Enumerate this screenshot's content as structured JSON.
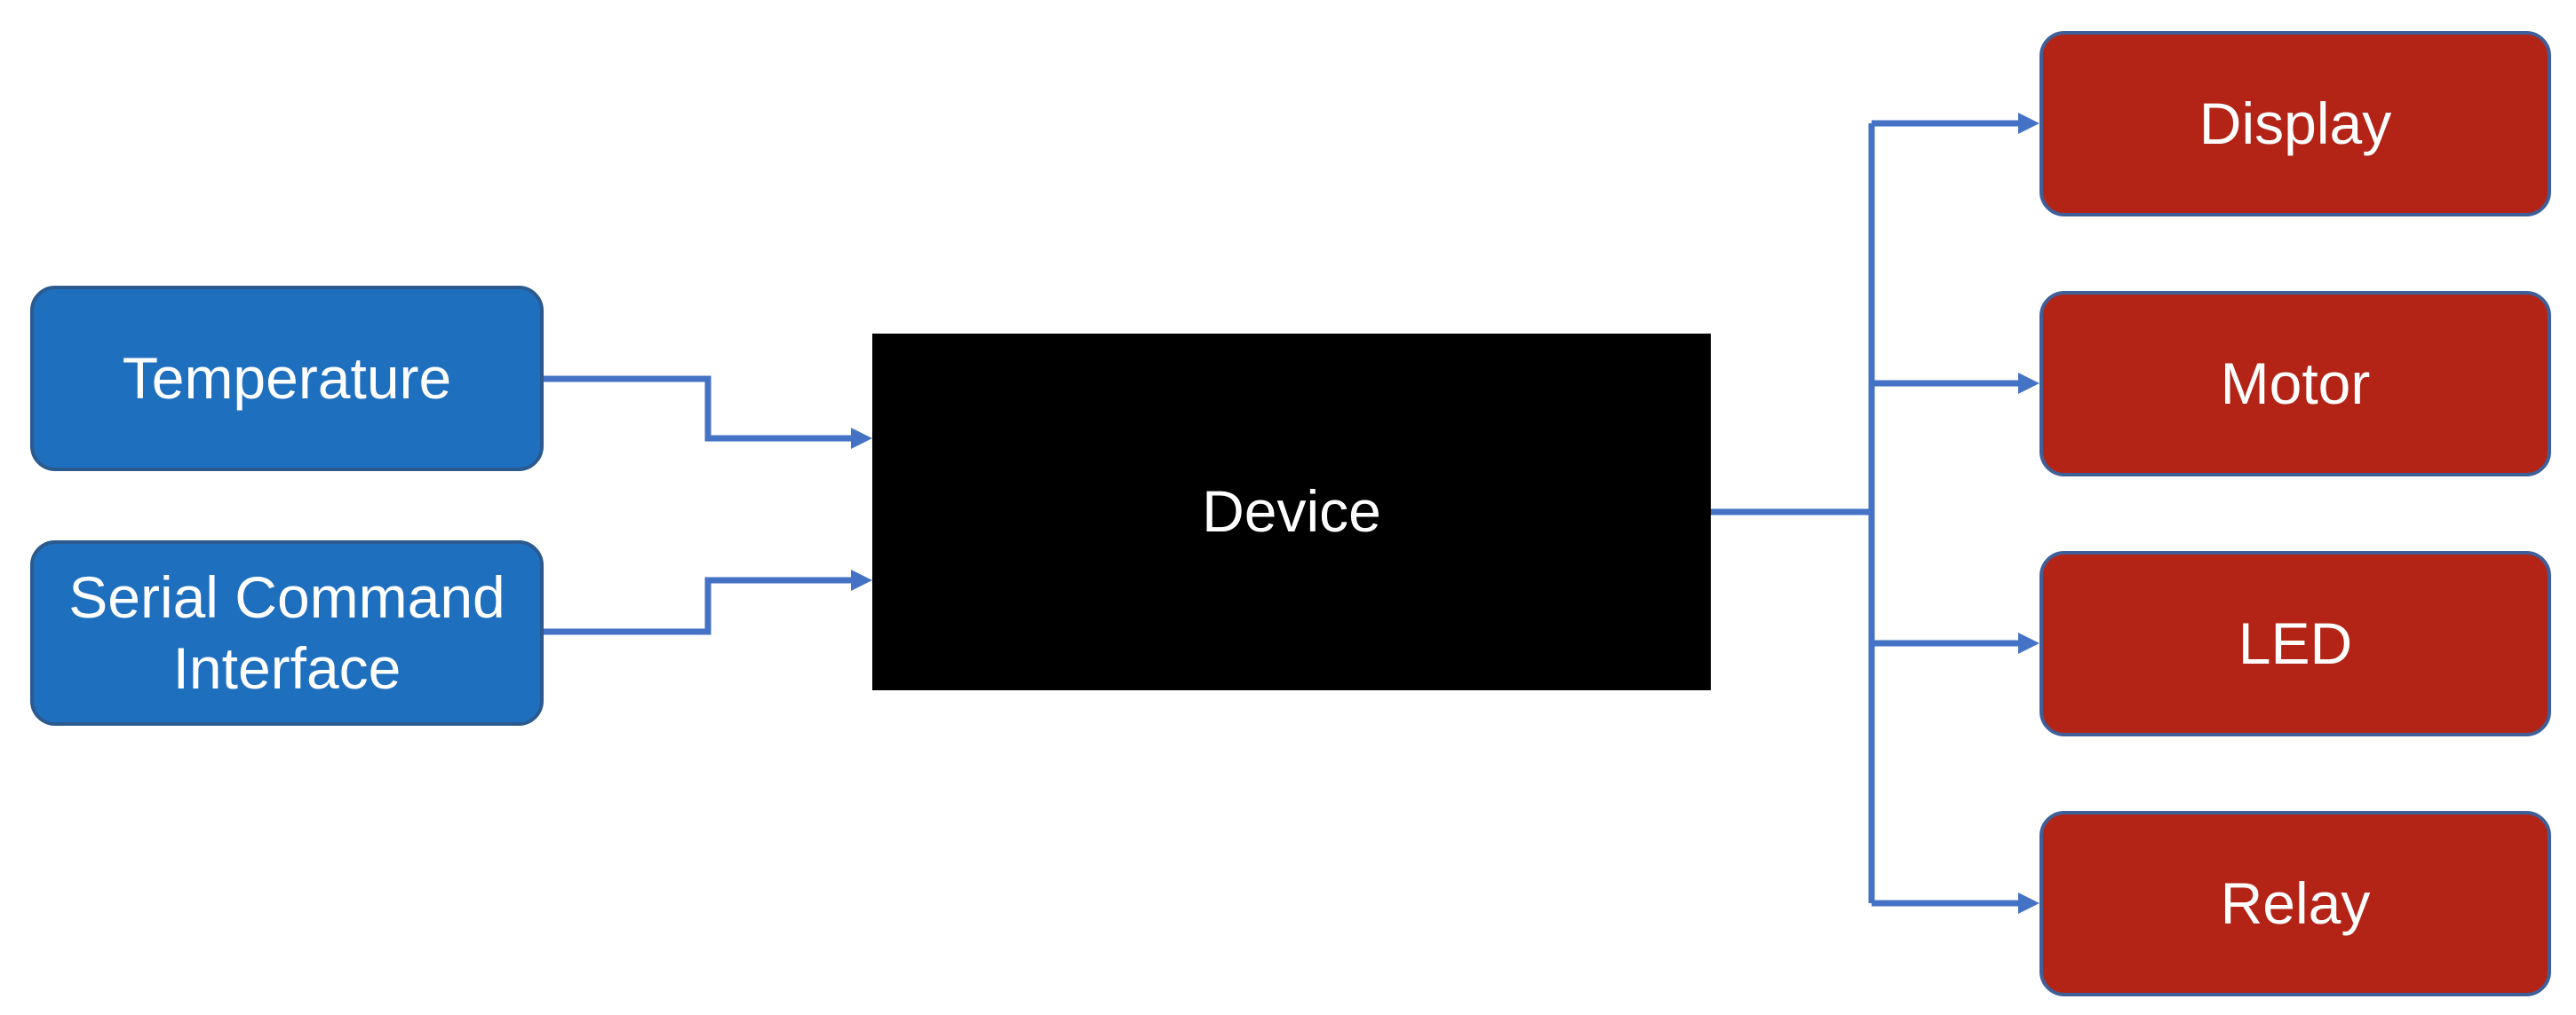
{
  "diagram": {
    "inputs": [
      {
        "id": "temperature",
        "label": "Temperature"
      },
      {
        "id": "serial",
        "label": "Serial Command\nInterface"
      }
    ],
    "center": {
      "id": "device",
      "label": "Device"
    },
    "outputs": [
      {
        "id": "display",
        "label": "Display"
      },
      {
        "id": "motor",
        "label": "Motor"
      },
      {
        "id": "led",
        "label": "LED"
      },
      {
        "id": "relay",
        "label": "Relay"
      }
    ]
  },
  "colors": {
    "input_fill": "#1f6fbf",
    "input_border": "#2b5a8f",
    "output_fill": "#b32417",
    "output_border": "#3f5f99",
    "device_fill": "#000000",
    "connector": "#4472c4",
    "text": "#ffffff",
    "background": "#ffffff"
  }
}
